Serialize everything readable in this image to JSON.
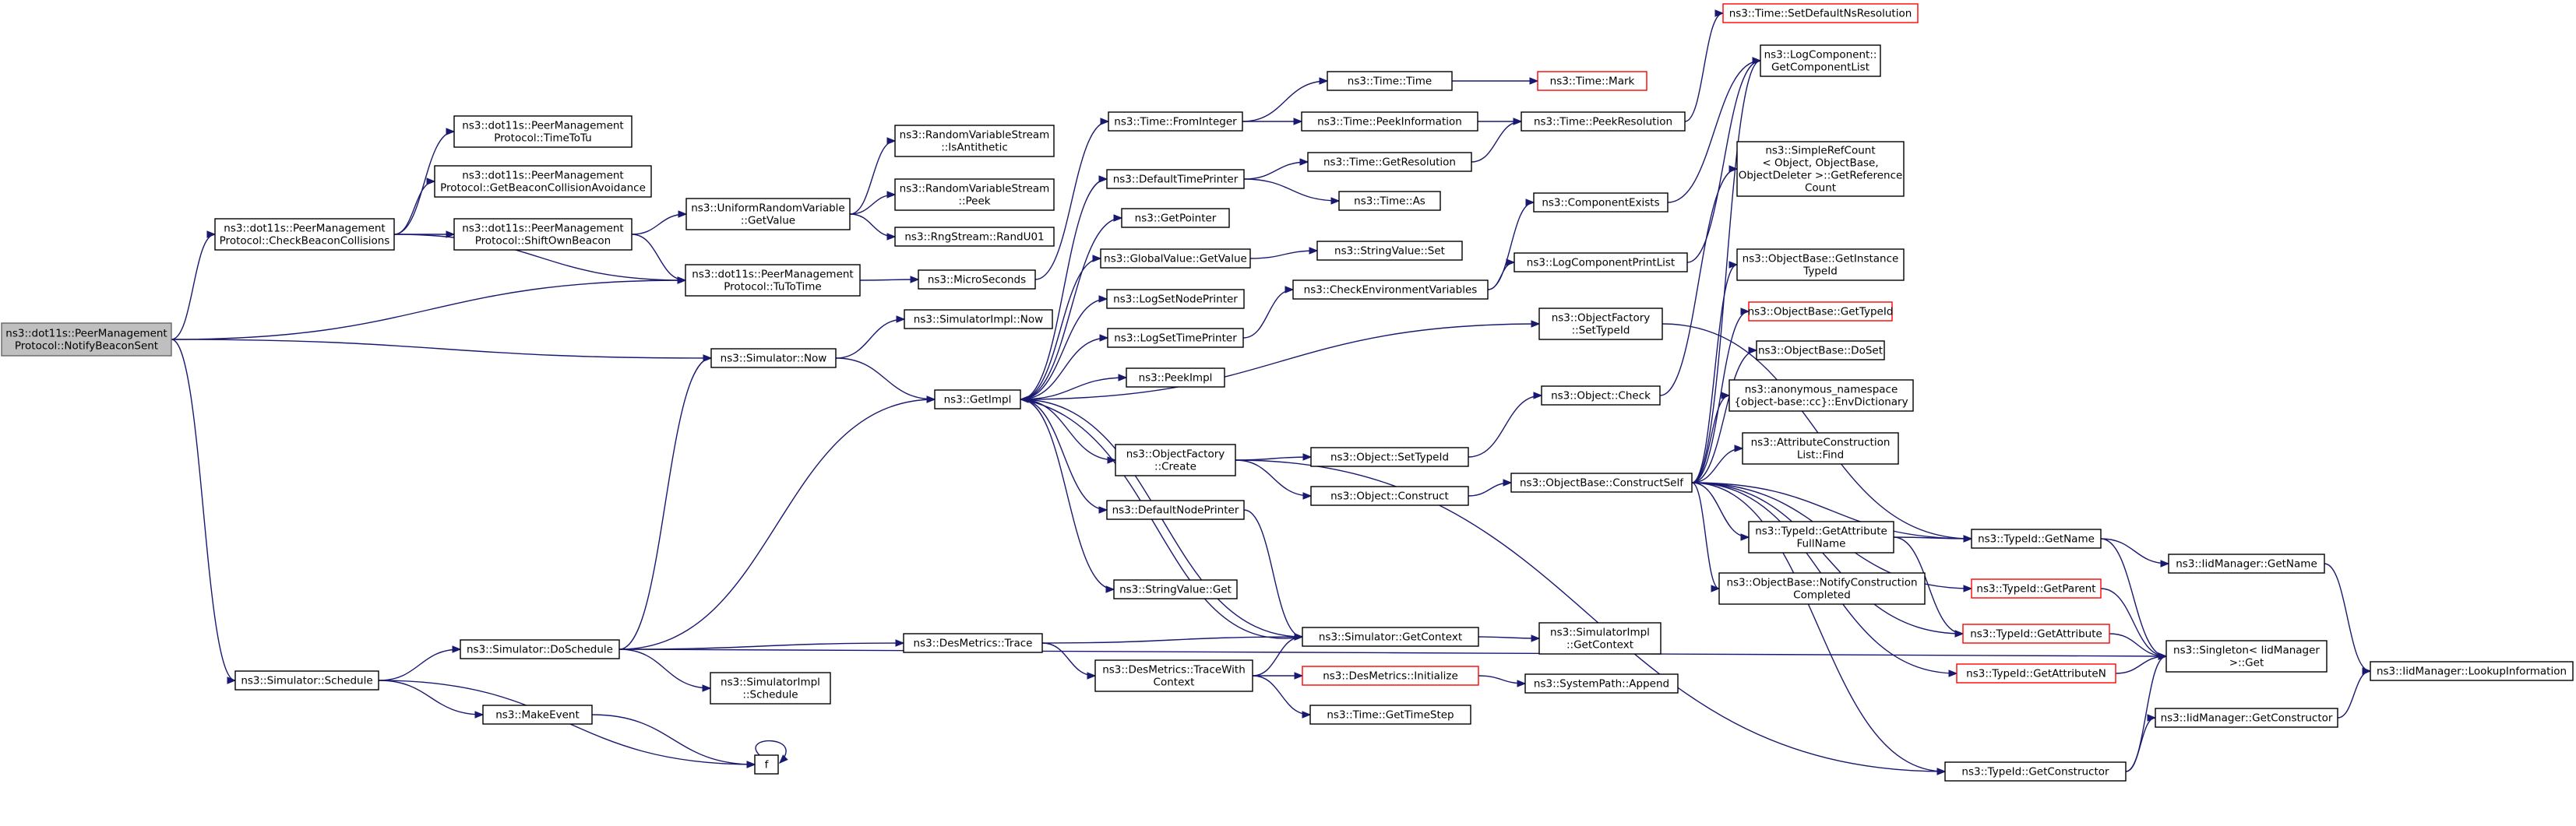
{
  "graph": {
    "type": "call-graph",
    "colors": {
      "edge": "#191970",
      "root_fill": "#bfbfbf",
      "missing_border": "#ff0000",
      "node_border": "#000000"
    },
    "nodes": [
      {
        "id": "root",
        "lines": [
          "ns3::dot11s::PeerManagement",
          "Protocol::NotifyBeaconSent"
        ],
        "style": "root"
      },
      {
        "id": "cbc",
        "lines": [
          "ns3::dot11s::PeerManagement",
          "Protocol::CheckBeaconCollisions"
        ]
      },
      {
        "id": "timetotu",
        "lines": [
          "ns3::dot11s::PeerManagement",
          "Protocol::TimeToTu"
        ]
      },
      {
        "id": "getbca",
        "lines": [
          "ns3::dot11s::PeerManagement",
          "Protocol::GetBeaconCollisionAvoidance"
        ]
      },
      {
        "id": "shiftown",
        "lines": [
          "ns3::dot11s::PeerManagement",
          "Protocol::ShiftOwnBeacon"
        ]
      },
      {
        "id": "tutotime",
        "lines": [
          "ns3::dot11s::PeerManagement",
          "Protocol::TuToTime"
        ]
      },
      {
        "id": "urvgetvalue",
        "lines": [
          "ns3::UniformRandomVariable",
          "::GetValue"
        ]
      },
      {
        "id": "isantithetic",
        "lines": [
          "ns3::RandomVariableStream",
          "::IsAntithetic"
        ]
      },
      {
        "id": "rvspeek",
        "lines": [
          "ns3::RandomVariableStream",
          "::Peek"
        ]
      },
      {
        "id": "randu01",
        "lines": [
          "ns3::RngStream::RandU01"
        ]
      },
      {
        "id": "microseconds",
        "lines": [
          "ns3::MicroSeconds"
        ]
      },
      {
        "id": "simimplnow",
        "lines": [
          "ns3::SimulatorImpl::Now"
        ]
      },
      {
        "id": "simnow",
        "lines": [
          "ns3::Simulator::Now"
        ]
      },
      {
        "id": "getimpl",
        "lines": [
          "ns3::GetImpl"
        ]
      },
      {
        "id": "simschedule",
        "lines": [
          "ns3::Simulator::Schedule"
        ]
      },
      {
        "id": "doschedule",
        "lines": [
          "ns3::Simulator::DoSchedule"
        ]
      },
      {
        "id": "makeevent",
        "lines": [
          "ns3::MakeEvent"
        ]
      },
      {
        "id": "f",
        "lines": [
          "f"
        ]
      },
      {
        "id": "simimplschedule",
        "lines": [
          "ns3::SimulatorImpl",
          "::Schedule"
        ]
      },
      {
        "id": "desmetricstrace",
        "lines": [
          "ns3::DesMetrics::Trace"
        ]
      },
      {
        "id": "tracewithcontext",
        "lines": [
          "ns3::DesMetrics::TraceWith",
          "Context"
        ]
      },
      {
        "id": "fromint",
        "lines": [
          "ns3::Time::FromInteger"
        ]
      },
      {
        "id": "defaulttimeprinter",
        "lines": [
          "ns3::DefaultTimePrinter"
        ]
      },
      {
        "id": "getpointer",
        "lines": [
          "ns3::GetPointer"
        ]
      },
      {
        "id": "globalvalue",
        "lines": [
          "ns3::GlobalValue::GetValue"
        ]
      },
      {
        "id": "logsetnode",
        "lines": [
          "ns3::LogSetNodePrinter"
        ]
      },
      {
        "id": "logsettime",
        "lines": [
          "ns3::LogSetTimePrinter"
        ]
      },
      {
        "id": "peekimpl",
        "lines": [
          "ns3::PeekImpl"
        ]
      },
      {
        "id": "objfactorycreate",
        "lines": [
          "ns3::ObjectFactory",
          "::Create"
        ]
      },
      {
        "id": "defaultnodeprinter",
        "lines": [
          "ns3::DefaultNodePrinter"
        ]
      },
      {
        "id": "stringvalueget",
        "lines": [
          "ns3::StringValue::Get"
        ]
      },
      {
        "id": "timetime",
        "lines": [
          "ns3::Time::Time"
        ]
      },
      {
        "id": "timemark",
        "lines": [
          "ns3::Time::Mark"
        ],
        "style": "missing"
      },
      {
        "id": "peekinfo",
        "lines": [
          "ns3::Time::PeekInformation"
        ]
      },
      {
        "id": "getres",
        "lines": [
          "ns3::Time::GetResolution"
        ]
      },
      {
        "id": "timeas",
        "lines": [
          "ns3::Time::As"
        ]
      },
      {
        "id": "stringvalueset",
        "lines": [
          "ns3::StringValue::Set"
        ]
      },
      {
        "id": "checkenv",
        "lines": [
          "ns3::CheckEnvironmentVariables"
        ]
      },
      {
        "id": "getcontext",
        "lines": [
          "ns3::Simulator::GetContext"
        ]
      },
      {
        "id": "simimplgetcontext",
        "lines": [
          "ns3::SimulatorImpl",
          "::GetContext"
        ]
      },
      {
        "id": "initialize",
        "lines": [
          "ns3::DesMetrics::Initialize"
        ],
        "style": "missing"
      },
      {
        "id": "syspathappend",
        "lines": [
          "ns3::SystemPath::Append"
        ]
      },
      {
        "id": "gettimestep",
        "lines": [
          "ns3::Time::GetTimeStep"
        ]
      },
      {
        "id": "objsettypeid",
        "lines": [
          "ns3::Object::SetTypeId"
        ]
      },
      {
        "id": "objconstruct",
        "lines": [
          "ns3::Object::Construct"
        ]
      },
      {
        "id": "objbaseconstructself",
        "lines": [
          "ns3::ObjectBase::ConstructSelf"
        ]
      },
      {
        "id": "setdefaultns",
        "lines": [
          "ns3::Time::SetDefaultNsResolution"
        ],
        "style": "missing"
      },
      {
        "id": "peekres",
        "lines": [
          "ns3::Time::PeekResolution"
        ]
      },
      {
        "id": "compexists",
        "lines": [
          "ns3::ComponentExists"
        ]
      },
      {
        "id": "logcompprint",
        "lines": [
          "ns3::LogComponentPrintList"
        ]
      },
      {
        "id": "objfactorysettypeid",
        "lines": [
          "ns3::ObjectFactory",
          "::SetTypeId"
        ]
      },
      {
        "id": "objcheck",
        "lines": [
          "ns3::Object::Check"
        ]
      },
      {
        "id": "getcomplist",
        "lines": [
          "ns3::LogComponent::",
          "GetComponentList"
        ]
      },
      {
        "id": "simplerefcount",
        "lines": [
          "ns3::SimpleRefCount",
          "< Object, ObjectBase,",
          "ObjectDeleter >::GetReference",
          "Count"
        ]
      },
      {
        "id": "getinstancetid",
        "lines": [
          "ns3::ObjectBase::GetInstance",
          "TypeId"
        ]
      },
      {
        "id": "objbasegettid",
        "lines": [
          "ns3::ObjectBase::GetTypeId"
        ],
        "style": "missing"
      },
      {
        "id": "doset",
        "lines": [
          "ns3::ObjectBase::DoSet"
        ]
      },
      {
        "id": "envdict",
        "lines": [
          "ns3::anonymous_namespace",
          "{object-base::cc}::EnvDictionary"
        ]
      },
      {
        "id": "attrconstfind",
        "lines": [
          "ns3::AttributeConstruction",
          "List::Find"
        ]
      },
      {
        "id": "getattrfullname",
        "lines": [
          "ns3::TypeId::GetAttribute",
          "FullName"
        ]
      },
      {
        "id": "notifyconstruct",
        "lines": [
          "ns3::ObjectBase::NotifyConstruction",
          "Completed"
        ]
      },
      {
        "id": "tidgetname",
        "lines": [
          "ns3::TypeId::GetName"
        ]
      },
      {
        "id": "tidgetparent",
        "lines": [
          "ns3::TypeId::GetParent"
        ],
        "style": "missing"
      },
      {
        "id": "tidgetattr",
        "lines": [
          "ns3::TypeId::GetAttribute"
        ],
        "style": "missing"
      },
      {
        "id": "tidgetattrn",
        "lines": [
          "ns3::TypeId::GetAttributeN"
        ],
        "style": "missing"
      },
      {
        "id": "tidgetconstructor",
        "lines": [
          "ns3::TypeId::GetConstructor"
        ]
      },
      {
        "id": "iidgetname",
        "lines": [
          "ns3::IidManager::GetName"
        ]
      },
      {
        "id": "singletonget",
        "lines": [
          "ns3::Singleton< IidManager",
          ">::Get"
        ]
      },
      {
        "id": "iidgetconstructor",
        "lines": [
          "ns3::IidManager::GetConstructor"
        ]
      },
      {
        "id": "lookupinfo",
        "lines": [
          "ns3::IidManager::LookupInformation"
        ]
      }
    ],
    "edges": [
      [
        "root",
        "cbc"
      ],
      [
        "root",
        "tutotime"
      ],
      [
        "root",
        "simnow"
      ],
      [
        "root",
        "simschedule"
      ],
      [
        "cbc",
        "timetotu"
      ],
      [
        "cbc",
        "getbca"
      ],
      [
        "cbc",
        "shiftown"
      ],
      [
        "cbc",
        "tutotime"
      ],
      [
        "shiftown",
        "urvgetvalue"
      ],
      [
        "shiftown",
        "tutotime"
      ],
      [
        "urvgetvalue",
        "isantithetic"
      ],
      [
        "urvgetvalue",
        "rvspeek"
      ],
      [
        "urvgetvalue",
        "randu01"
      ],
      [
        "tutotime",
        "microseconds"
      ],
      [
        "microseconds",
        "fromint"
      ],
      [
        "simnow",
        "simimplnow"
      ],
      [
        "simnow",
        "getimpl"
      ],
      [
        "simschedule",
        "doschedule"
      ],
      [
        "simschedule",
        "makeevent"
      ],
      [
        "simschedule",
        "f"
      ],
      [
        "doschedule",
        "simnow"
      ],
      [
        "doschedule",
        "getimpl"
      ],
      [
        "doschedule",
        "desmetricstrace"
      ],
      [
        "doschedule",
        "simimplschedule"
      ],
      [
        "doschedule",
        "singletonget"
      ],
      [
        "makeevent",
        "f"
      ],
      [
        "f",
        "f"
      ],
      [
        "desmetricstrace",
        "getcontext"
      ],
      [
        "desmetricstrace",
        "tracewithcontext"
      ],
      [
        "tracewithcontext",
        "getcontext"
      ],
      [
        "tracewithcontext",
        "initialize"
      ],
      [
        "tracewithcontext",
        "gettimestep"
      ],
      [
        "initialize",
        "syspathappend"
      ],
      [
        "getimpl",
        "defaulttimeprinter"
      ],
      [
        "getimpl",
        "getpointer"
      ],
      [
        "getimpl",
        "globalvalue"
      ],
      [
        "getimpl",
        "logsetnode"
      ],
      [
        "getimpl",
        "logsettime"
      ],
      [
        "getimpl",
        "peekimpl"
      ],
      [
        "getimpl",
        "objfactorycreate"
      ],
      [
        "getimpl",
        "defaultnodeprinter"
      ],
      [
        "getimpl",
        "stringvalueget"
      ],
      [
        "getimpl",
        "objfactorysettypeid"
      ],
      [
        "getimpl",
        "getcontext"
      ],
      [
        "getcontext",
        "getimpl"
      ],
      [
        "getcontext",
        "simimplgetcontext"
      ],
      [
        "fromint",
        "timetime"
      ],
      [
        "fromint",
        "peekinfo"
      ],
      [
        "timetime",
        "timemark"
      ],
      [
        "peekinfo",
        "peekres"
      ],
      [
        "defaulttimeprinter",
        "getres"
      ],
      [
        "defaulttimeprinter",
        "timeas"
      ],
      [
        "getres",
        "peekres"
      ],
      [
        "peekres",
        "setdefaultns"
      ],
      [
        "globalvalue",
        "stringvalueset"
      ],
      [
        "logsettime",
        "checkenv"
      ],
      [
        "checkenv",
        "compexists"
      ],
      [
        "checkenv",
        "logcompprint"
      ],
      [
        "compexists",
        "getcomplist"
      ],
      [
        "logcompprint",
        "getcomplist"
      ],
      [
        "defaultnodeprinter",
        "getcontext"
      ],
      [
        "objfactorycreate",
        "objsettypeid"
      ],
      [
        "objfactorycreate",
        "objconstruct"
      ],
      [
        "objfactorycreate",
        "tidgetconstructor"
      ],
      [
        "objsettypeid",
        "objcheck"
      ],
      [
        "objcheck",
        "simplerefcount"
      ],
      [
        "objconstruct",
        "objbaseconstructself"
      ],
      [
        "objfactorysettypeid",
        "tidgetname"
      ],
      [
        "objbaseconstructself",
        "getinstancetid"
      ],
      [
        "objbaseconstructself",
        "objbasegettid"
      ],
      [
        "objbaseconstructself",
        "doset"
      ],
      [
        "objbaseconstructself",
        "envdict"
      ],
      [
        "objbaseconstructself",
        "attrconstfind"
      ],
      [
        "objbaseconstructself",
        "getattrfullname"
      ],
      [
        "objbaseconstructself",
        "notifyconstruct"
      ],
      [
        "objbaseconstructself",
        "tidgetname"
      ],
      [
        "objbaseconstructself",
        "tidgetparent"
      ],
      [
        "objbaseconstructself",
        "tidgetattr"
      ],
      [
        "objbaseconstructself",
        "tidgetattrn"
      ],
      [
        "objbaseconstructself",
        "tidgetconstructor"
      ],
      [
        "objbaseconstructself",
        "getcomplist"
      ],
      [
        "getattrfullname",
        "tidgetname"
      ],
      [
        "getattrfullname",
        "tidgetattr"
      ],
      [
        "tidgetname",
        "iidgetname"
      ],
      [
        "tidgetname",
        "singletonget"
      ],
      [
        "iidgetname",
        "lookupinfo"
      ],
      [
        "tidgetparent",
        "singletonget"
      ],
      [
        "tidgetattr",
        "singletonget"
      ],
      [
        "tidgetattrn",
        "singletonget"
      ],
      [
        "tidgetconstructor",
        "singletonget"
      ],
      [
        "tidgetconstructor",
        "iidgetconstructor"
      ],
      [
        "iidgetconstructor",
        "lookupinfo"
      ]
    ]
  }
}
